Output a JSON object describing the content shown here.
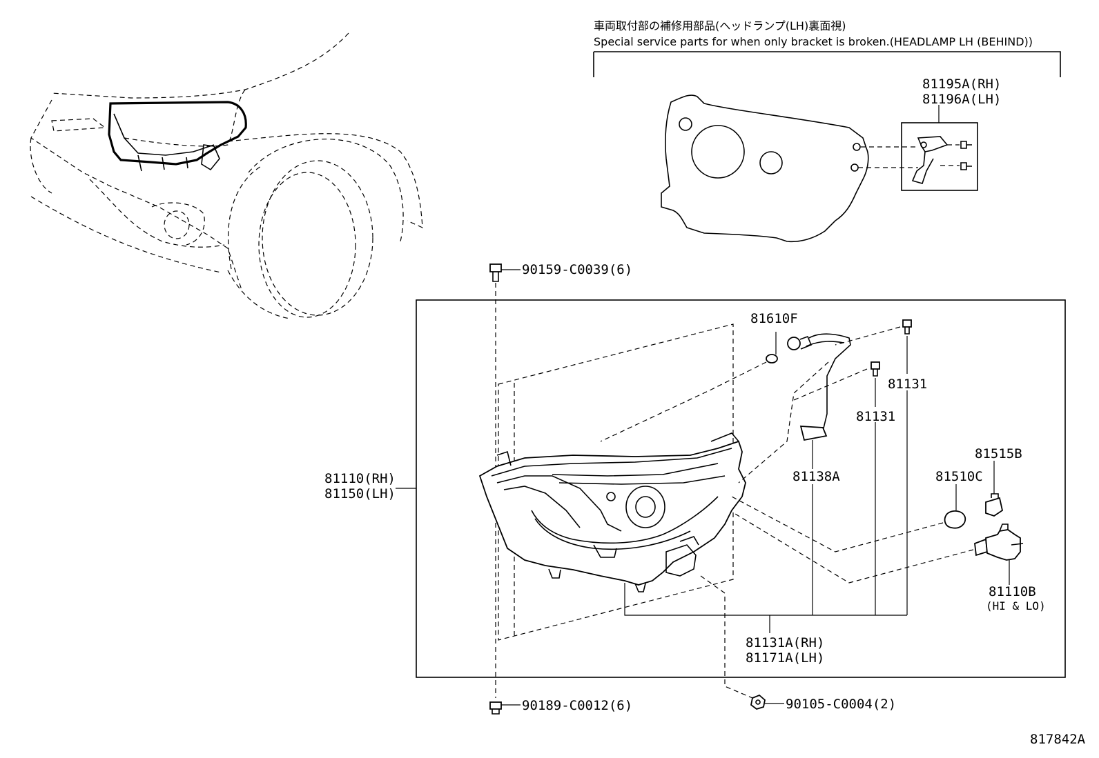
{
  "header": {
    "jp": "車両取付部の補修用部品(ヘッドランプ(LH)裏面視)",
    "en": "Special service parts for when only bracket is broken.(HEADLAMP LH (BEHIND))"
  },
  "labels": {
    "p81195A": "81195A(RH)",
    "p81196A": "81196A(LH)",
    "p90159": "90159-C0039(6)",
    "p81610F": "81610F",
    "p81131_a": "81131",
    "p81131_b": "81131",
    "p81110": "81110(RH)",
    "p81150": "81150(LH)",
    "p81138A": "81138A",
    "p81515B": "81515B",
    "p81510C": "81510C",
    "p81110B": "81110B",
    "p81110B_sub": "(HI & LO)",
    "p81131A": "81131A(RH)",
    "p81171A": "81171A(LH)",
    "p90189": "90189-C0012(6)",
    "p90105": "90105-C0004(2)",
    "diagram_id": "817842A"
  }
}
